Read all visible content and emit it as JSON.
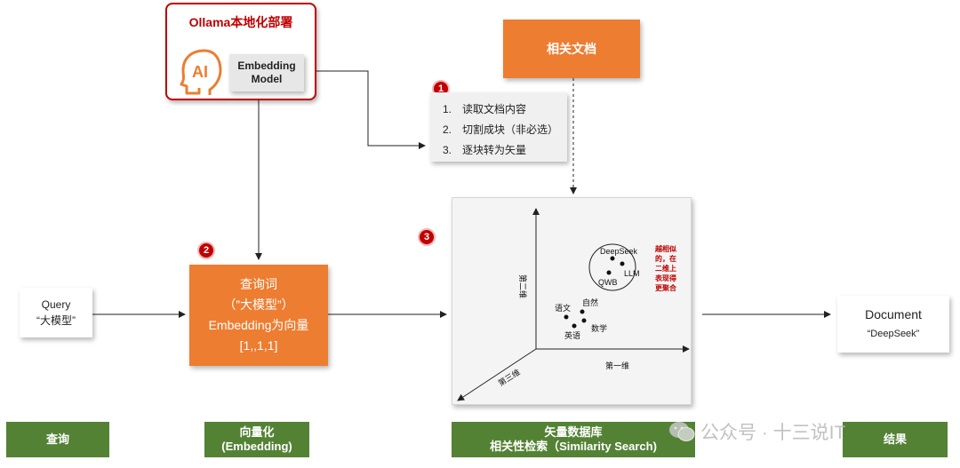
{
  "ollama": {
    "title": "Ollama本地化部署",
    "model_line1": "Embedding",
    "model_line2": "Model",
    "icon": "ai-head-icon"
  },
  "docs": {
    "label": "相关文档"
  },
  "badges": [
    "1",
    "2",
    "3"
  ],
  "steps": [
    {
      "num": "1.",
      "text": "读取文档内容"
    },
    {
      "num": "2.",
      "text": "切割成块（非必选）"
    },
    {
      "num": "3.",
      "text": "逐块转为矢量"
    }
  ],
  "query": {
    "line1": "Query",
    "line2": "“大模型”"
  },
  "embed": {
    "line1": "查询词",
    "line2": "（”大模型”）",
    "line3": "Embedding为向量",
    "line4": "[1,,1,1]"
  },
  "vector": {
    "axis_x": "第一维",
    "axis_y": "第二维",
    "axis_z": "第三维",
    "points": [
      "DeepSeek",
      "LLM",
      "QWB",
      "自然",
      "语文",
      "数学",
      "英语"
    ],
    "note": "越相似的，在二维上表现得更聚合。",
    "accent": "#c00000"
  },
  "result": {
    "title": "Document",
    "sub": "“DeepSeek”"
  },
  "stages": [
    {
      "line1": "查询",
      "line2": ""
    },
    {
      "line1": "向量化",
      "line2": "(Embedding)"
    },
    {
      "line1": "矢量数据库",
      "line2": "相关性检索（Similarity  Search)"
    },
    {
      "line1": "结果",
      "line2": ""
    }
  ],
  "watermark": {
    "text": "公众号 · 十三说IT",
    "icon": "wechat-icon"
  },
  "colors": {
    "orange": "#ed7d31",
    "green": "#548235",
    "red": "#c00000"
  }
}
